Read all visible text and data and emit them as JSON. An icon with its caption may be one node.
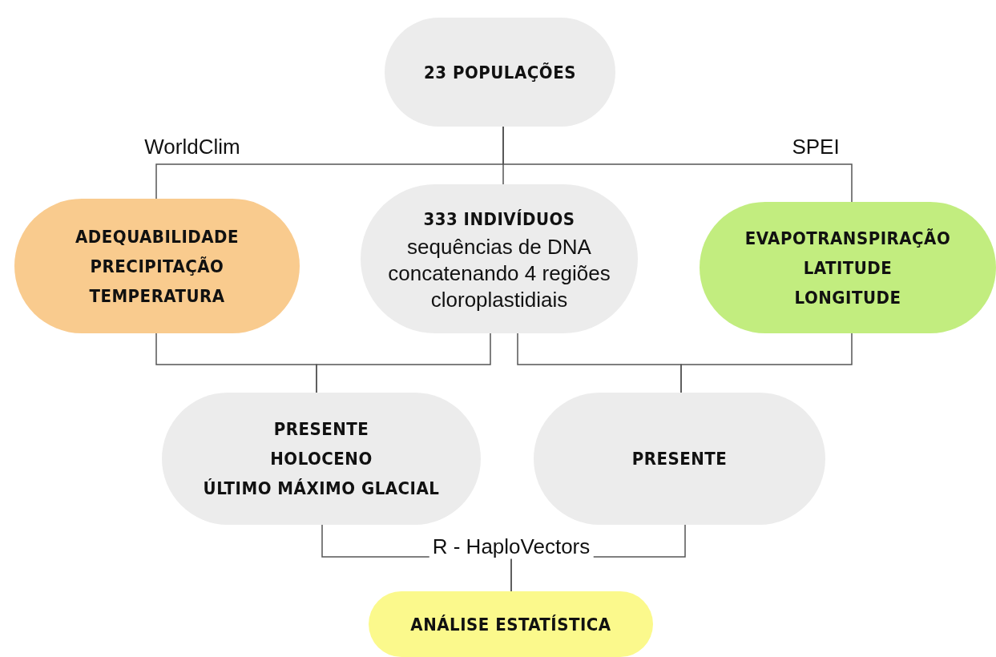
{
  "diagram": {
    "nodes": [
      {
        "text": [
          "23 POPULAÇÕES"
        ]
      },
      {
        "text": [
          "ADEQUABILIDADE",
          "PRECIPITAÇÃO",
          "TEMPERATURA"
        ]
      },
      {
        "text": [
          "333 INDIVÍDUOS",
          "sequências de DNA concatenando 4 regiões cloroplastidiais"
        ]
      },
      {
        "text": [
          "EVAPOTRANSPIRAÇÃO",
          "LATITUDE",
          "LONGITUDE"
        ]
      },
      {
        "text": [
          "PRESENTE",
          "HOLOCENO",
          "ÚLTIMO MÁXIMO GLACIAL"
        ]
      },
      {
        "text": [
          "PRESENTE"
        ]
      },
      {
        "text": [
          "ANÁLISE ESTATÍSTICA"
        ]
      }
    ],
    "edges": [
      {
        "from": 0,
        "to": 1,
        "arrow": "none",
        "label": "WorldClim"
      },
      {
        "from": 0,
        "to": 2,
        "arrow": "none"
      },
      {
        "from": 0,
        "to": 3,
        "arrow": "none",
        "label": "SPEI"
      },
      {
        "from": 1,
        "to": 4,
        "arrow": "none"
      },
      {
        "from": 2,
        "to": 4,
        "arrow": "none"
      },
      {
        "from": 2,
        "to": 5,
        "arrow": "none"
      },
      {
        "from": 3,
        "to": 5,
        "arrow": "none"
      },
      {
        "from": 4,
        "to": 6,
        "arrow": "none",
        "label": "R - HaploVectors"
      },
      {
        "from": 5,
        "to": 6,
        "arrow": "none"
      }
    ]
  }
}
